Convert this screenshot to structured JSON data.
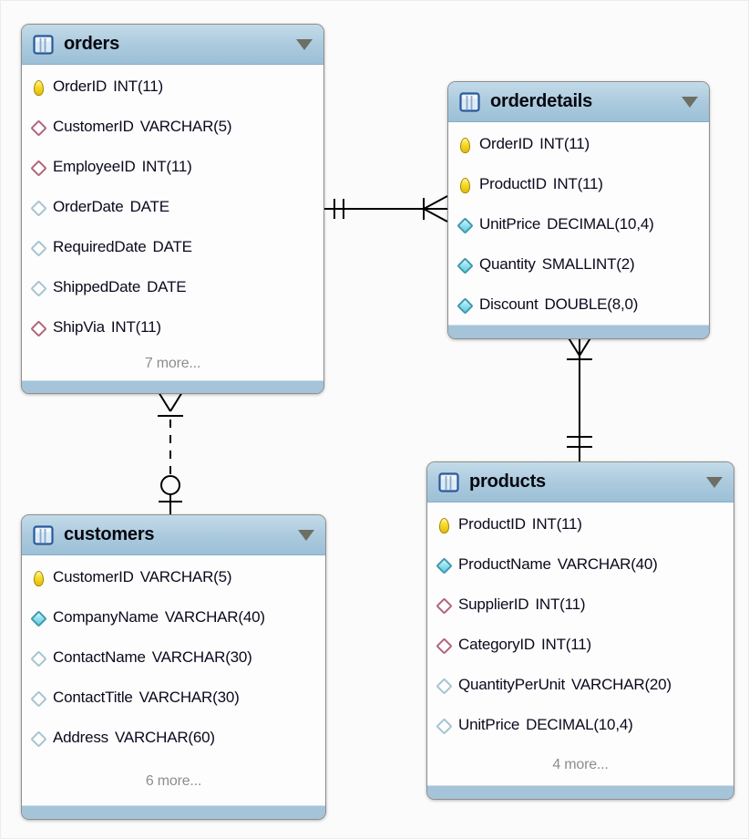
{
  "diagram": {
    "tables": [
      {
        "id": "orders",
        "title": "orders",
        "fields": [
          {
            "icon": "key",
            "name": "OrderID",
            "type": "INT(11)"
          },
          {
            "icon": "diamond-fk",
            "name": "CustomerID",
            "type": "VARCHAR(5)"
          },
          {
            "icon": "diamond-fk",
            "name": "EmployeeID",
            "type": "INT(11)"
          },
          {
            "icon": "diamond-nullable",
            "name": "OrderDate",
            "type": "DATE"
          },
          {
            "icon": "diamond-nullable",
            "name": "RequiredDate",
            "type": "DATE"
          },
          {
            "icon": "diamond-nullable",
            "name": "ShippedDate",
            "type": "DATE"
          },
          {
            "icon": "diamond-fk",
            "name": "ShipVia",
            "type": "INT(11)"
          }
        ],
        "more_label": "7 more..."
      },
      {
        "id": "orderdetails",
        "title": "orderdetails",
        "fields": [
          {
            "icon": "key",
            "name": "OrderID",
            "type": "INT(11)"
          },
          {
            "icon": "key",
            "name": "ProductID",
            "type": "INT(11)"
          },
          {
            "icon": "diamond-notnull",
            "name": "UnitPrice",
            "type": "DECIMAL(10,4)"
          },
          {
            "icon": "diamond-notnull",
            "name": "Quantity",
            "type": "SMALLINT(2)"
          },
          {
            "icon": "diamond-notnull",
            "name": "Discount",
            "type": "DOUBLE(8,0)"
          }
        ]
      },
      {
        "id": "customers",
        "title": "customers",
        "fields": [
          {
            "icon": "key",
            "name": "CustomerID",
            "type": "VARCHAR(5)"
          },
          {
            "icon": "diamond-notnull",
            "name": "CompanyName",
            "type": "VARCHAR(40)"
          },
          {
            "icon": "diamond-nullable",
            "name": "ContactName",
            "type": "VARCHAR(30)"
          },
          {
            "icon": "diamond-nullable",
            "name": "ContactTitle",
            "type": "VARCHAR(30)"
          },
          {
            "icon": "diamond-nullable",
            "name": "Address",
            "type": "VARCHAR(60)"
          }
        ],
        "more_label": "6 more..."
      },
      {
        "id": "products",
        "title": "products",
        "fields": [
          {
            "icon": "key",
            "name": "ProductID",
            "type": "INT(11)"
          },
          {
            "icon": "diamond-notnull",
            "name": "ProductName",
            "type": "VARCHAR(40)"
          },
          {
            "icon": "diamond-fk",
            "name": "SupplierID",
            "type": "INT(11)"
          },
          {
            "icon": "diamond-fk",
            "name": "CategoryID",
            "type": "INT(11)"
          },
          {
            "icon": "diamond-nullable",
            "name": "QuantityPerUnit",
            "type": "VARCHAR(20)"
          },
          {
            "icon": "diamond-nullable",
            "name": "UnitPrice",
            "type": "DECIMAL(10,4)"
          }
        ],
        "more_label": "4 more..."
      }
    ],
    "relationships": [
      {
        "from": "orders",
        "to": "orderdetails",
        "from_cardinality": "one-and-only-one",
        "to_cardinality": "one-or-many",
        "line": "solid"
      },
      {
        "from": "products",
        "to": "orderdetails",
        "from_cardinality": "one-and-only-one",
        "to_cardinality": "one-or-many",
        "line": "solid"
      },
      {
        "from": "customers",
        "to": "orders",
        "from_cardinality": "zero-or-one",
        "to_cardinality": "one-or-many",
        "line": "dashed"
      }
    ],
    "colors": {
      "header_blue": "#aac9dd",
      "footer_blue": "#a5c4d9",
      "key_yellow": "#f7dc2e",
      "fk_diamond_red": "#b2647a",
      "notnull_diamond_cyan": "#5fcde1",
      "line_black": "#000000"
    }
  }
}
